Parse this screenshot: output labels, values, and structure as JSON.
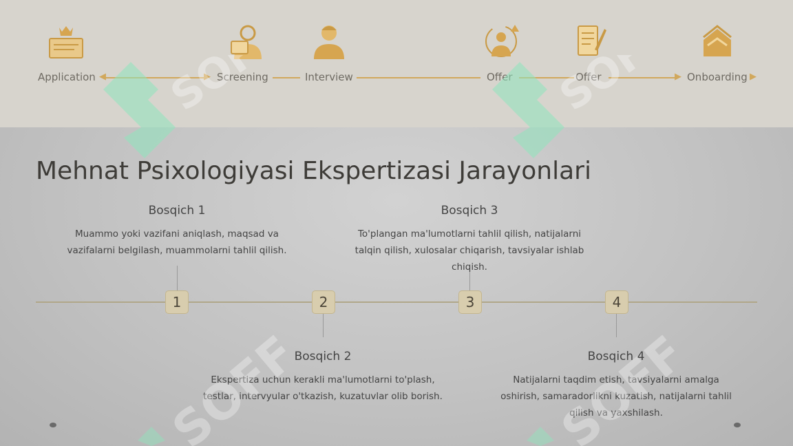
{
  "banner": {
    "labels": [
      "Application",
      "Screening",
      "Interview",
      "Offer",
      "Offer",
      "Onboarding"
    ]
  },
  "title": "Mehnat Psixologiyasi Ekspertizasi Jarayonlari",
  "steps": [
    {
      "number": "1",
      "title": "Bosqich 1",
      "lines": [
        "Muammo yoki vazifani aniqlash, maqsad va",
        "vazifalarni belgilash, muammolarni tahlil qilish."
      ]
    },
    {
      "number": "2",
      "title": "Bosqich 2",
      "lines": [
        "Ekspertiza uchun kerakli ma'lumotlarni to'plash,",
        "testlar, intervyular o'tkazish, kuzatuvlar olib borish."
      ]
    },
    {
      "number": "3",
      "title": "Bosqich 3",
      "lines": [
        "To'plangan ma'lumotlarni tahlil qilish, natijalarni",
        "talqin qilish, xulosalar chiqarish, tavsiyalar ishlab",
        "chiqish."
      ]
    },
    {
      "number": "4",
      "title": "Bosqich 4",
      "lines": [
        "Natijalarni taqdim etish, tavsiyalarni amalga",
        "oshirish, samaradorlikni kuzatish, natijalarni tahlil",
        "qilish va yaxshilash."
      ]
    }
  ],
  "watermark": "SOFF",
  "colors": {
    "accent": "#d1a85c",
    "node": "#d8cdae",
    "watermark_green": "#7fe0b0"
  }
}
